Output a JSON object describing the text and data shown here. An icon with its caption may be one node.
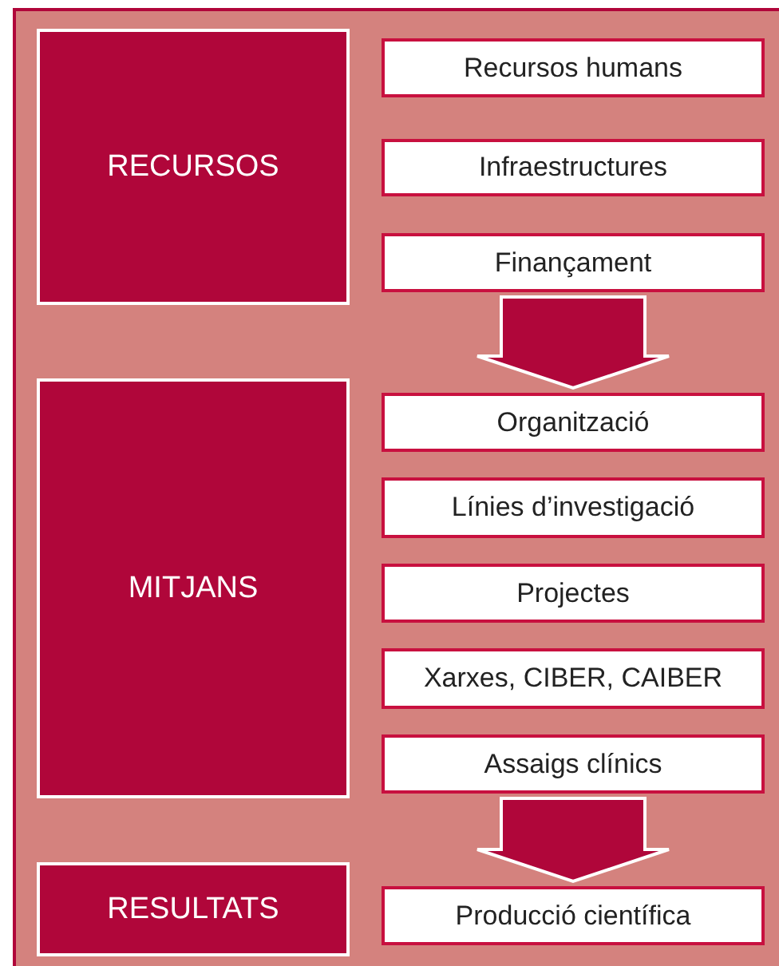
{
  "diagram": {
    "nodes": [
      {
        "text": [
          "RECURSOS"
        ]
      },
      {
        "text": [
          "Recursos humans"
        ]
      },
      {
        "text": [
          "Infraestructures"
        ]
      },
      {
        "text": [
          "Finançament"
        ]
      },
      {
        "text": [
          "MITJANS"
        ]
      },
      {
        "text": [
          "Organització"
        ]
      },
      {
        "text": [
          "Línies d’investigació"
        ]
      },
      {
        "text": [
          "Projectes"
        ]
      },
      {
        "text": [
          "Xarxes, CIBER, CAIBER"
        ]
      },
      {
        "text": [
          "Assaigs clínics"
        ]
      },
      {
        "text": [
          "RESULTATS"
        ]
      },
      {
        "text": [
          "Producció científica"
        ]
      }
    ],
    "edges": [
      {
        "from": 3,
        "to": 5,
        "arrow": "to"
      },
      {
        "from": 9,
        "to": 11,
        "arrow": "to"
      }
    ]
  }
}
